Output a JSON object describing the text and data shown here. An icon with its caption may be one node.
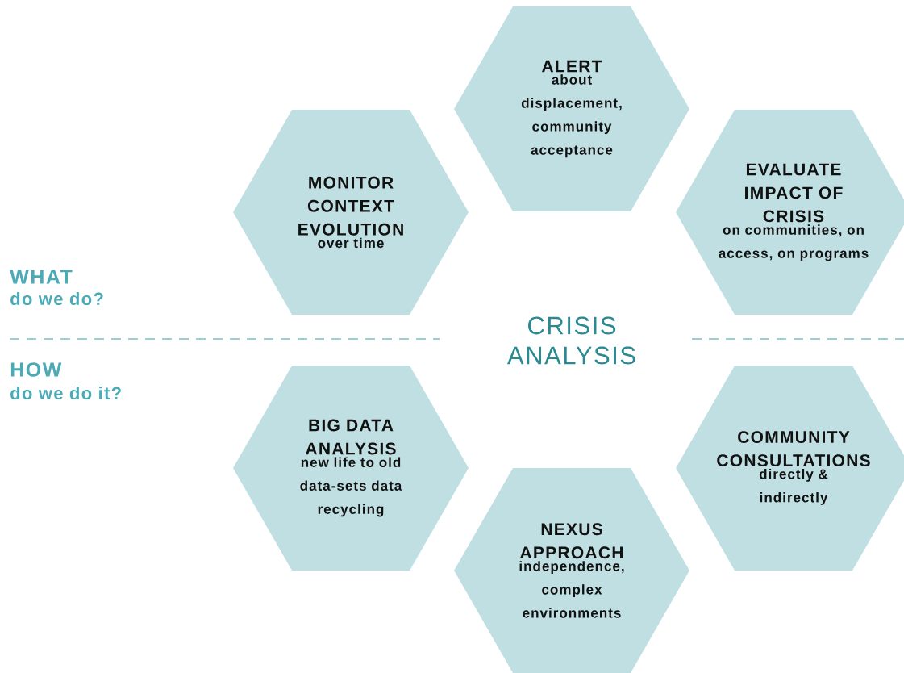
{
  "diagram": {
    "nodes": [
      {
        "text": [
          "ALERT",
          "about displacement, community acceptance"
        ]
      },
      {
        "text": [
          "MONITOR CONTEXT EVOLUTION",
          "over time"
        ]
      },
      {
        "text": [
          "EVALUATE IMPACT OF CRISIS",
          "on communities, on access, on programs"
        ]
      },
      {
        "text": [
          "BIG DATA ANALYSIS",
          "new life to old data-sets data recycling"
        ]
      },
      {
        "text": [
          "COMMUNITY CONSULTATIONS",
          "directly & indirectly"
        ]
      },
      {
        "text": [
          "NEXUS APPROACH",
          "independence, complex environments"
        ]
      }
    ],
    "labels": [
      "WHAT",
      "do we do?",
      "CRISIS ANALYSIS",
      "HOW",
      "do we do it?"
    ]
  }
}
